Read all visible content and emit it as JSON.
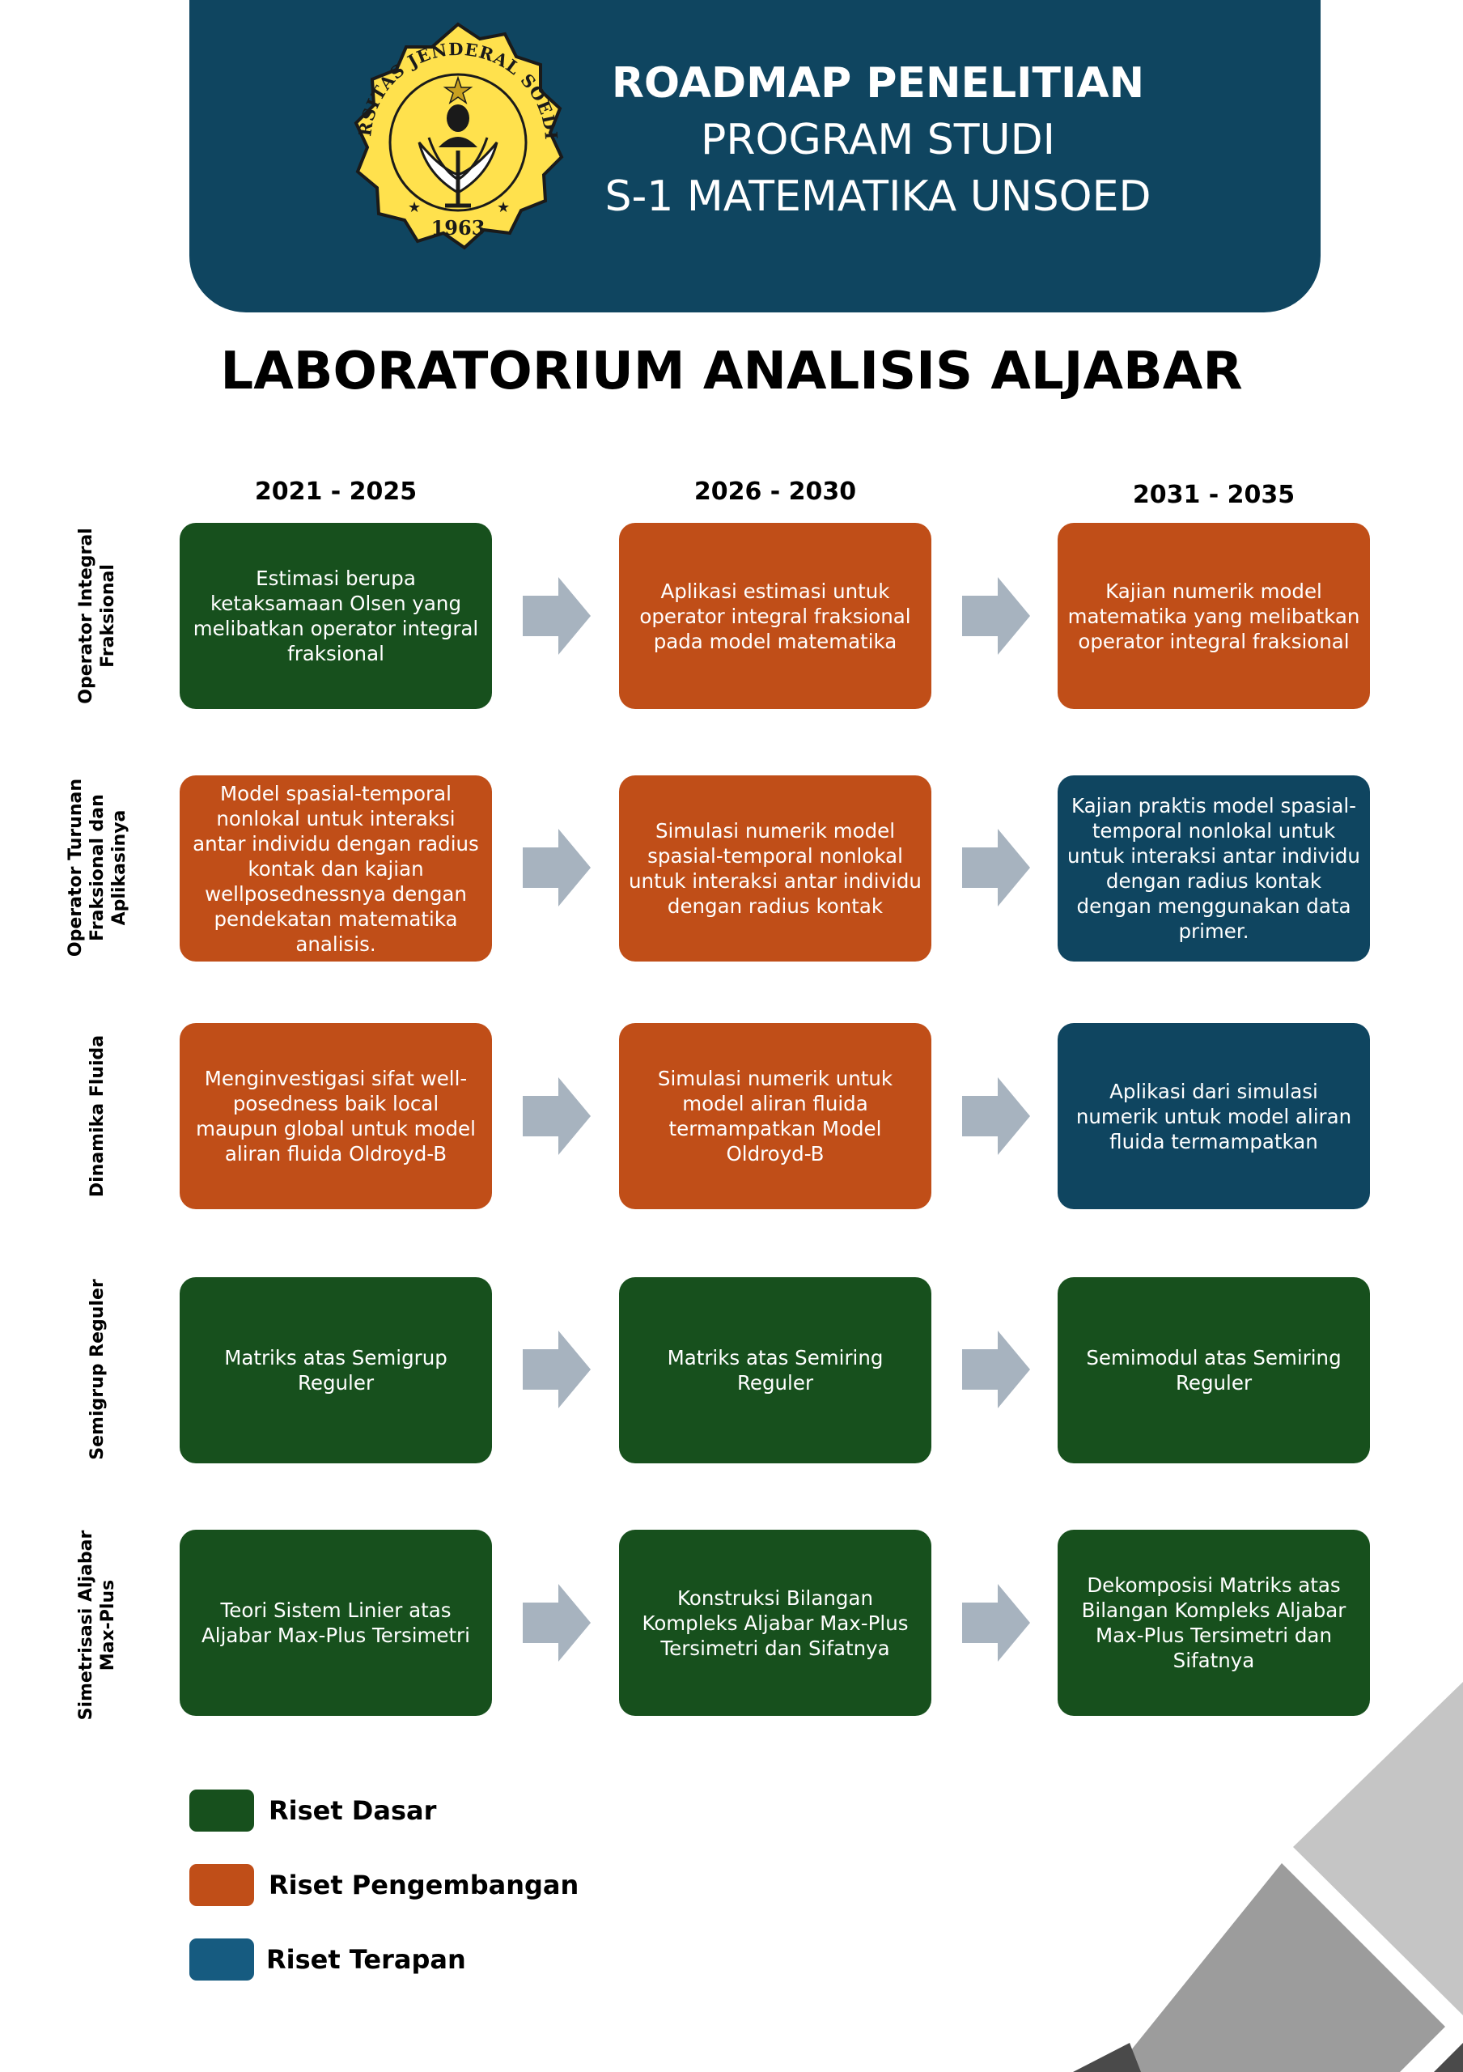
{
  "header": {
    "line1": "ROADMAP PENELITIAN",
    "line2": "PROGRAM STUDI",
    "line3": "S-1 MATEMATIKA UNSOED"
  },
  "logo": {
    "ring_text": "UNIVERSITAS JENDERAL SOEDIRMAN",
    "year": "1963",
    "icon": "university-seal-icon"
  },
  "lab_title": "LABORATORIUM ANALISIS ALJABAR",
  "periods": [
    "2021 - 2025",
    "2026 - 2030",
    "2031 - 2035"
  ],
  "colors": {
    "riset_dasar": "#17501d",
    "riset_pengembangan": "#c04e18",
    "riset_terapan": "#0f4560",
    "header_bg": "#0f4560",
    "arrow": "#a7b3bf"
  },
  "rows": [
    {
      "label": "Operator Integral Fraksional",
      "cells": [
        {
          "type": "dasar",
          "text": "Estimasi berupa ketaksamaan Olsen yang melibatkan operator integral fraksional"
        },
        {
          "type": "pengembangan",
          "text": "Aplikasi estimasi untuk operator integral fraksional pada model matematika"
        },
        {
          "type": "pengembangan",
          "text": "Kajian numerik model matematika yang melibatkan operator integral fraksional"
        }
      ]
    },
    {
      "label": "Operator Turunan Fraksional dan Aplikasinya",
      "cells": [
        {
          "type": "pengembangan",
          "text": "Model spasial-temporal nonlokal untuk interaksi antar individu dengan radius kontak dan kajian wellposednessnya dengan pendekatan matematika analisis."
        },
        {
          "type": "pengembangan",
          "text": "Simulasi numerik model spasial-temporal nonlokal untuk interaksi antar individu dengan radius kontak"
        },
        {
          "type": "terapan",
          "text": "Kajian praktis model spasial-temporal nonlokal untuk untuk interaksi antar individu dengan radius kontak dengan menggunakan data primer."
        }
      ]
    },
    {
      "label": "Dinamika Fluida",
      "cells": [
        {
          "type": "pengembangan",
          "text": "Menginvestigasi sifat well-posedness baik local maupun global untuk model aliran fluida Oldroyd-B"
        },
        {
          "type": "pengembangan",
          "text": "Simulasi numerik untuk model aliran fluida termampatkan Model Oldroyd-B"
        },
        {
          "type": "terapan",
          "text": "Aplikasi dari simulasi numerik untuk model aliran fluida termampatkan"
        }
      ]
    },
    {
      "label": "Semigrup Reguler",
      "cells": [
        {
          "type": "dasar",
          "text": "Matriks atas Semigrup Reguler"
        },
        {
          "type": "dasar",
          "text": "Matriks atas Semiring Reguler"
        },
        {
          "type": "dasar",
          "text": "Semimodul atas Semiring Reguler"
        }
      ]
    },
    {
      "label": "Simetrisasi Aljabar Max-Plus",
      "cells": [
        {
          "type": "dasar",
          "text": "Teori Sistem Linier atas Aljabar Max-Plus Tersimetri"
        },
        {
          "type": "dasar",
          "text": "Konstruksi Bilangan Kompleks Aljabar Max-Plus Tersimetri dan Sifatnya"
        },
        {
          "type": "dasar",
          "text": "Dekomposisi Matriks atas Bilangan Kompleks Aljabar Max-Plus Tersimetri dan Sifatnya"
        }
      ]
    }
  ],
  "legend": [
    {
      "type": "dasar",
      "label": "Riset Dasar"
    },
    {
      "type": "pengembangan",
      "label": "Riset Pengembangan"
    },
    {
      "type": "terapan",
      "label": "Riset Terapan"
    }
  ]
}
